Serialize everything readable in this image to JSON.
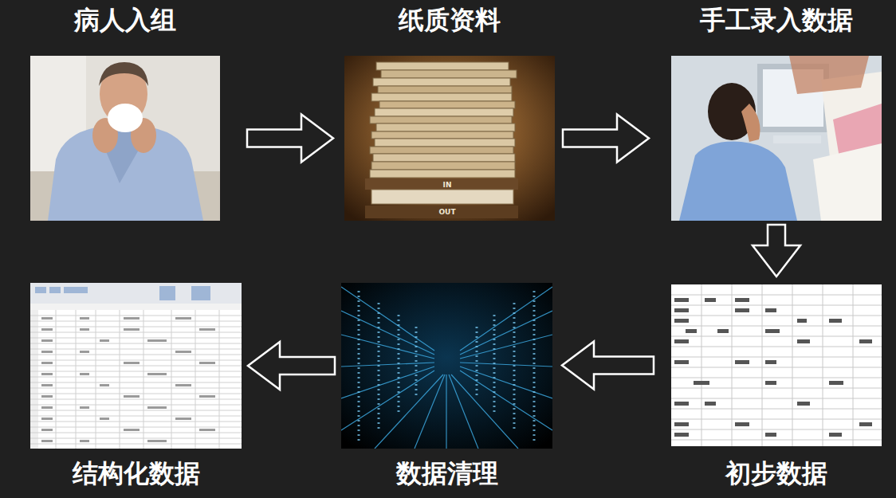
{
  "diagram": {
    "nodes": [
      {
        "text": [
          "病人入组"
        ]
      },
      {
        "text": [
          "纸质资料"
        ]
      },
      {
        "text": [
          "手工录入数据"
        ]
      },
      {
        "text": [
          "初步数据"
        ]
      },
      {
        "text": [
          "数据清理"
        ]
      },
      {
        "text": [
          "结构化数据"
        ]
      }
    ],
    "edges": [
      {
        "from": 0,
        "to": 1,
        "arrow": "to"
      },
      {
        "from": 1,
        "to": 2,
        "arrow": "to"
      },
      {
        "from": 2,
        "to": 3,
        "arrow": "to"
      },
      {
        "from": 3,
        "to": 4,
        "arrow": "to"
      },
      {
        "from": 4,
        "to": 5,
        "arrow": "to"
      }
    ],
    "labels": [
      "IN",
      "OUT"
    ]
  }
}
